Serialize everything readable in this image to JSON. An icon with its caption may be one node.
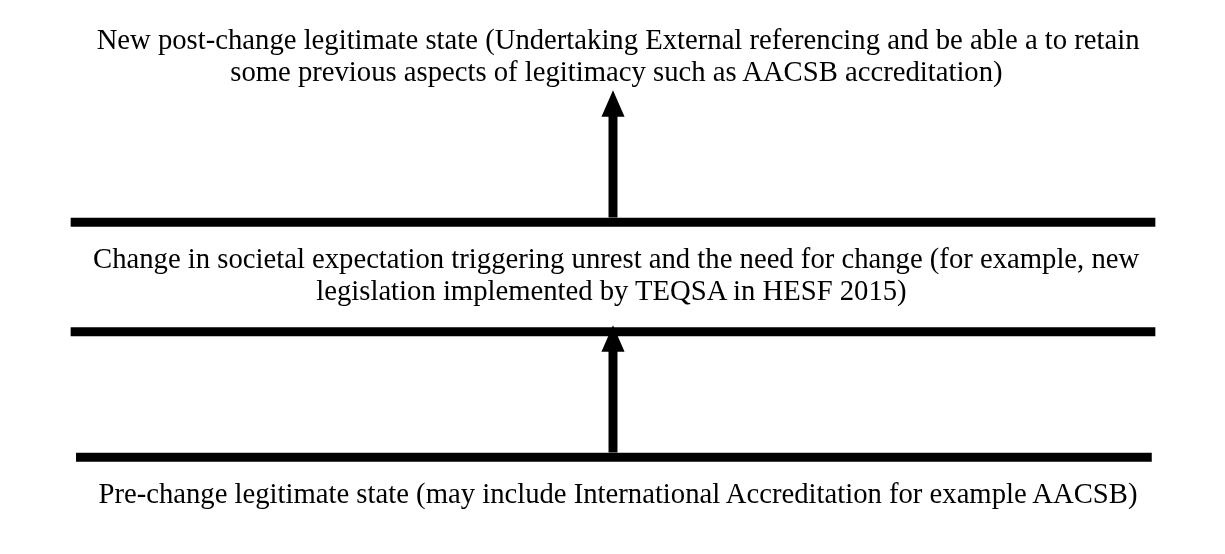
{
  "diagram": {
    "nodes": [
      {
        "text": [
          "New post-change legitimate state (Undertaking External referencing and be able a to retain some previous aspects of legitimacy such as AACSB accreditation)"
        ]
      },
      {
        "text": [
          "Change in societal expectation triggering unrest and the need for change (for example, new legislation implemented by TEQSA in HESF 2015)"
        ]
      },
      {
        "text": [
          "Pre-change legitimate state (may include International Accreditation for example AACSB)"
        ]
      }
    ],
    "edges": [
      {
        "from": 2,
        "to": 1,
        "arrow": "to"
      },
      {
        "from": 1,
        "to": 0,
        "arrow": "to"
      }
    ]
  }
}
